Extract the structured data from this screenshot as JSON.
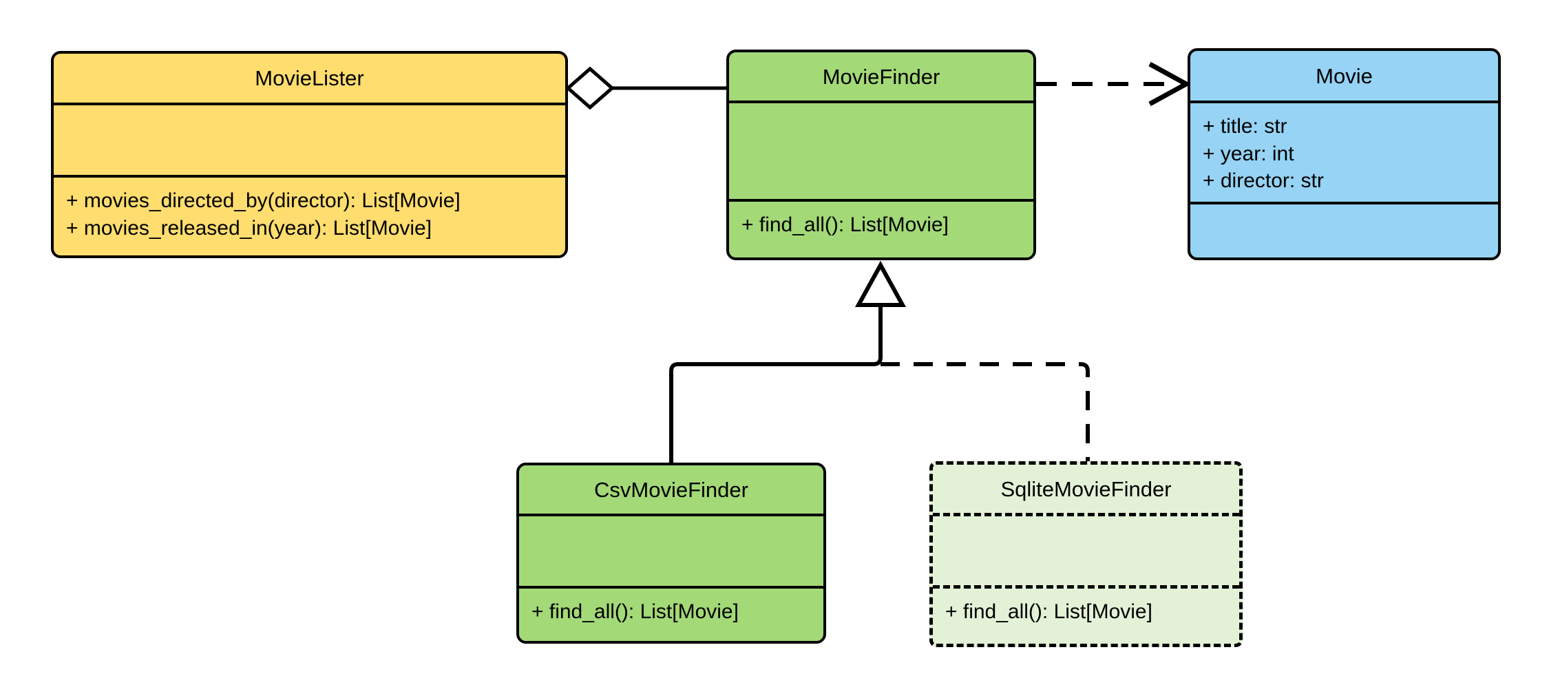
{
  "diagram": {
    "title": "MovieLister UML class diagram",
    "type": "uml-class-diagram",
    "background": "#ffffff",
    "line_color": "#000000"
  },
  "palette": {
    "yellow": "#FFDD6E",
    "green": "#A3D977",
    "blue": "#96D3F4",
    "light_green": "#E3F2D7",
    "stroke": "#000000"
  },
  "classes": [
    {
      "id": "movie-lister",
      "name": "MovieLister",
      "fill": "#FFDD6E",
      "style": "solid",
      "attributes": [],
      "methods": [
        "+ movies_directed_by(director): List[Movie]",
        "+ movies_released_in(year): List[Movie]"
      ]
    },
    {
      "id": "movie-finder",
      "name": "MovieFinder",
      "fill": "#A3D977",
      "style": "solid",
      "attributes": [],
      "methods": [
        "+ find_all(): List[Movie]"
      ]
    },
    {
      "id": "movie",
      "name": "Movie",
      "fill": "#96D3F4",
      "style": "solid",
      "attributes": [
        "+ title: str",
        "+ year: int",
        "+ director: str"
      ],
      "methods": []
    },
    {
      "id": "csv-movie-finder",
      "name": "CsvMovieFinder",
      "fill": "#A3D977",
      "style": "solid",
      "attributes": [],
      "methods": [
        "+ find_all(): List[Movie]"
      ]
    },
    {
      "id": "sqlite-movie-finder",
      "name": "SqliteMovieFinder",
      "fill": "#E3F2D7",
      "style": "dashed",
      "attributes": [],
      "methods": [
        "+ find_all(): List[Movie]"
      ]
    }
  ],
  "relationships": [
    {
      "id": "lister-finder",
      "kind": "aggregation",
      "from": "MovieLister",
      "to": "MovieFinder",
      "line": "solid",
      "source_marker": "hollow-diamond",
      "target_marker": "none"
    },
    {
      "id": "finder-movie",
      "kind": "dependency",
      "from": "MovieFinder",
      "to": "Movie",
      "line": "dashed",
      "source_marker": "none",
      "target_marker": "open-arrow"
    },
    {
      "id": "csv-generalization",
      "kind": "generalization",
      "from": "CsvMovieFinder",
      "to": "MovieFinder",
      "line": "solid",
      "source_marker": "none",
      "target_marker": "hollow-triangle"
    },
    {
      "id": "sqlite-realization",
      "kind": "generalization",
      "from": "SqliteMovieFinder",
      "to": "MovieFinder",
      "line": "dashed",
      "source_marker": "none",
      "target_marker": "hollow-triangle"
    }
  ]
}
